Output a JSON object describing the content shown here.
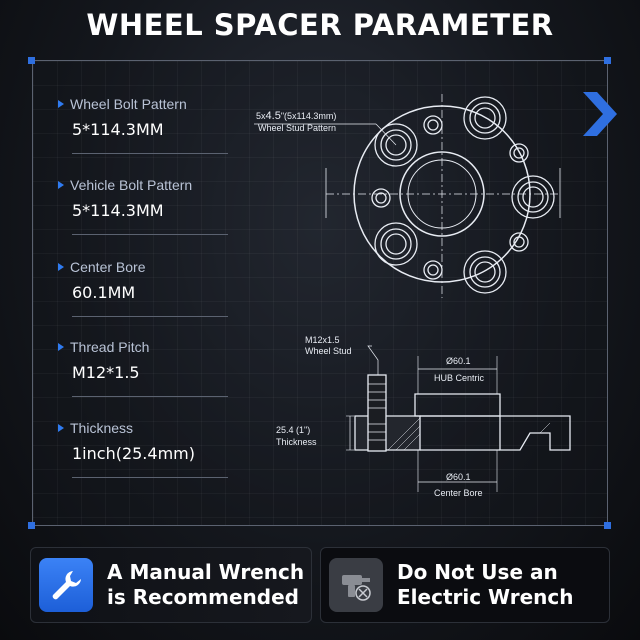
{
  "title": "WHEEL SPACER PARAMETER",
  "params": [
    {
      "label": "Wheel Bolt Pattern",
      "value": "5*114.3MM"
    },
    {
      "label": "Vehicle Bolt Pattern",
      "value": "5*114.3MM"
    },
    {
      "label": "Center Bore",
      "value": "60.1MM"
    },
    {
      "label": "Thread Pitch",
      "value": "M12*1.5"
    },
    {
      "label": "Thickness",
      "value": "1inch(25.4mm)"
    }
  ],
  "diagram": {
    "stud_pattern_prefix": "5x",
    "stud_pattern_big": "4.5",
    "stud_pattern_suffix": "\"(5x114.3mm)",
    "stud_pattern_label": "Wheel Stud  Pattern",
    "stud_spec": "M12x1.5",
    "stud_label": "Wheel Stud",
    "hub_dim": "Ø60.1",
    "hub_label": "HUB Centric",
    "thickness_dim": "25.4 (1\")",
    "thickness_label": "Thickness",
    "bore_dim": "Ø60.1",
    "bore_label": "Center Bore"
  },
  "badges": {
    "left": {
      "line1": "A Manual Wrench",
      "line2": "is Recommended",
      "icon": "wrench-icon"
    },
    "right": {
      "line1": "Do Not Use an",
      "line2": "Electric Wrench",
      "icon": "electric-drill-prohibited-icon"
    }
  },
  "colors": {
    "accent": "#2f7bf0",
    "background": "#14171d"
  }
}
